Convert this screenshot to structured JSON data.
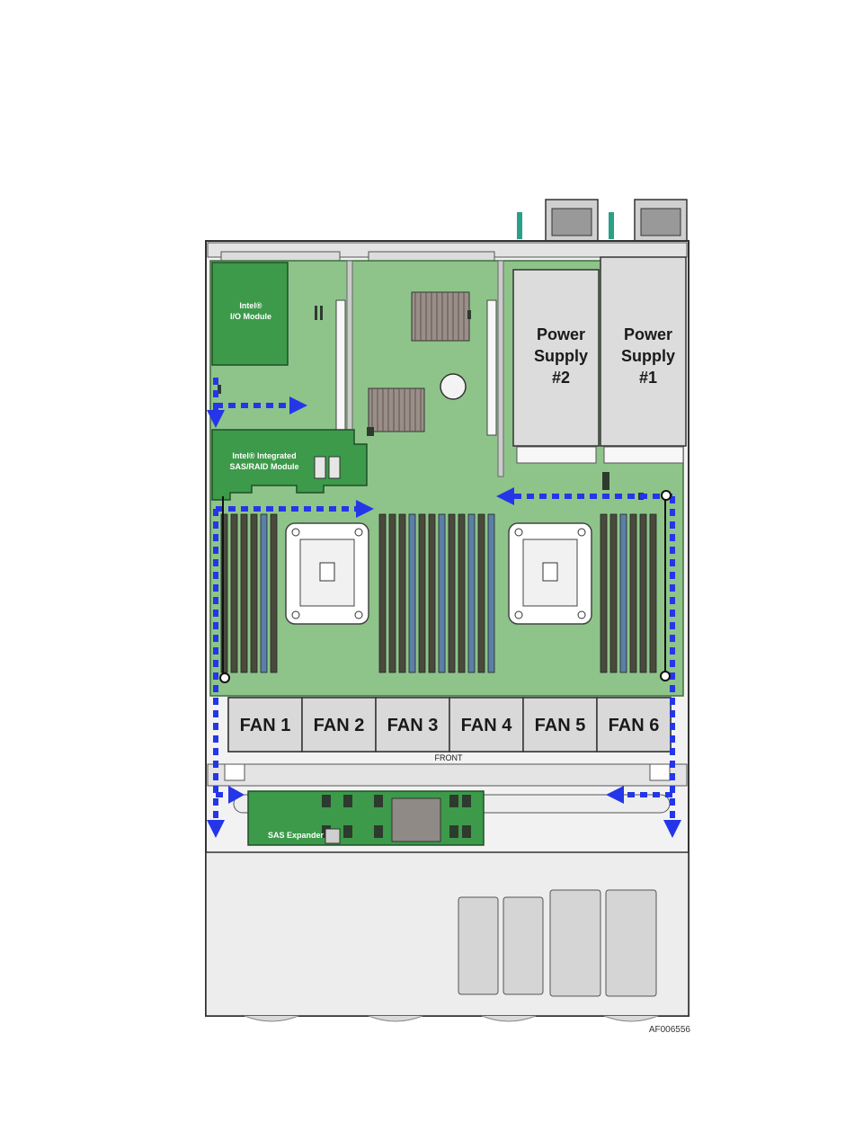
{
  "diagram": {
    "modules": {
      "io_module": [
        "Intel®",
        "I/O Module"
      ],
      "sas_raid_module": [
        "Intel® Integrated",
        "SAS/RAID Module"
      ],
      "sas_expander": "SAS Expander"
    },
    "power_supplies": [
      {
        "line1": "Power",
        "line2": "Supply",
        "line3": "#2"
      },
      {
        "line1": "Power",
        "line2": "Supply",
        "line3": "#1"
      }
    ],
    "fans": [
      "FAN 1",
      "FAN 2",
      "FAN 3",
      "FAN 4",
      "FAN 5",
      "FAN 6"
    ],
    "front_label": "FRONT",
    "figure_id": "AF006556",
    "colors": {
      "board": "#8ec48a",
      "module_green": "#3c9a4a",
      "airflow_arrow": "#2436e8",
      "dimm_dark": "#4a4a3c",
      "dimm_blue": "#5a7fa8",
      "chassis_gray": "#e6e6e6"
    }
  }
}
